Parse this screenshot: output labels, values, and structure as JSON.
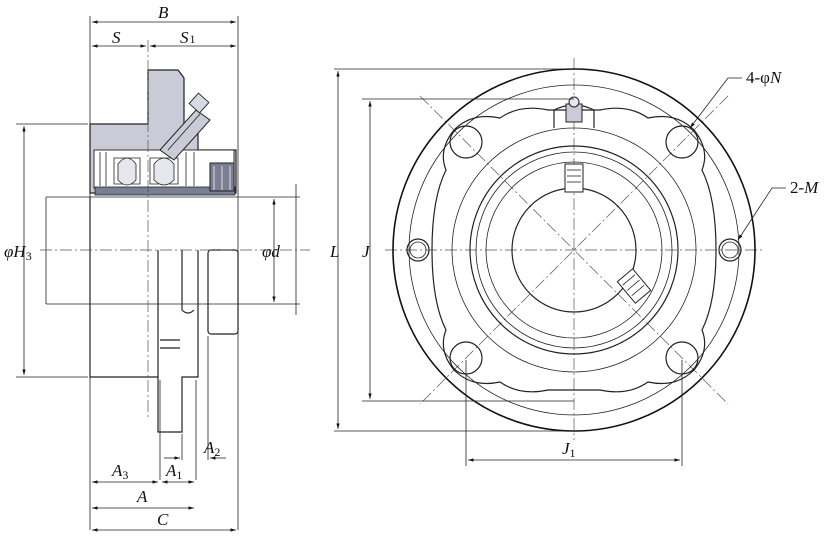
{
  "labels": {
    "B": "B",
    "S": "S",
    "S1_main": "S",
    "S1_sub": "1",
    "H3_prefix": "φ",
    "H3_main": "H",
    "H3_sub": "3",
    "d_prefix": "φ",
    "d_main": "d",
    "A3_main": "A",
    "A3_sub": "3",
    "A1_main": "A",
    "A1_sub": "1",
    "A2_main": "A",
    "A2_sub": "2",
    "A": "A",
    "C": "C",
    "L": "L",
    "J": "J",
    "J1_main": "J",
    "J1_sub": "1",
    "N_prefix": "4-φ",
    "N_main": "N",
    "M_prefix": "2-",
    "M_main": "M"
  },
  "colors": {
    "line": "#222222",
    "housing_fill": "#c9cbd6",
    "dark_fill": "#7a7f95"
  }
}
